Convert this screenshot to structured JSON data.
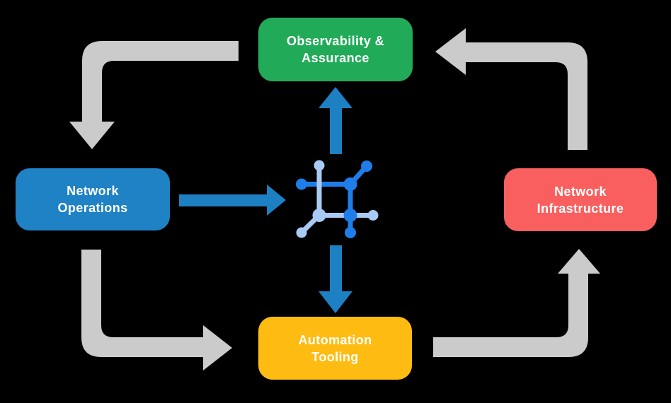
{
  "diagram": {
    "background": "#000000",
    "nodes": [
      {
        "id": "observability-assurance",
        "lines": [
          "Observability &",
          "Assurance"
        ],
        "color": "#21AB59",
        "text_color": "#FFFFFF"
      },
      {
        "id": "network-operations",
        "lines": [
          "Network",
          "Operations"
        ],
        "color": "#1F82C4",
        "text_color": "#FFFFFF"
      },
      {
        "id": "network-infrastructure",
        "lines": [
          "Network",
          "Infrastructure"
        ],
        "color": "#FA5F5F",
        "text_color": "#FFFFFF"
      },
      {
        "id": "automation-tooling",
        "lines": [
          "Automation",
          "Tooling"
        ],
        "color": "#FEBC13",
        "text_color": "#FFFFFF"
      }
    ],
    "center_icon": {
      "name": "network-mesh-icon",
      "dark_blue": "#1F7DE9",
      "light_blue": "#A8CAF4"
    },
    "cycle_arrows": {
      "color": "#CBCBCB",
      "flows": [
        {
          "from": "observability-assurance",
          "to": "network-operations"
        },
        {
          "from": "network-operations",
          "to": "automation-tooling"
        },
        {
          "from": "automation-tooling",
          "to": "network-infrastructure"
        },
        {
          "from": "network-infrastructure",
          "to": "observability-assurance"
        }
      ]
    },
    "hub_arrows": {
      "color": "#1C80C3",
      "flows": [
        {
          "from": "network-operations",
          "to": "center-icon"
        },
        {
          "from": "center-icon",
          "to": "observability-assurance"
        },
        {
          "from": "center-icon",
          "to": "automation-tooling"
        }
      ]
    }
  }
}
